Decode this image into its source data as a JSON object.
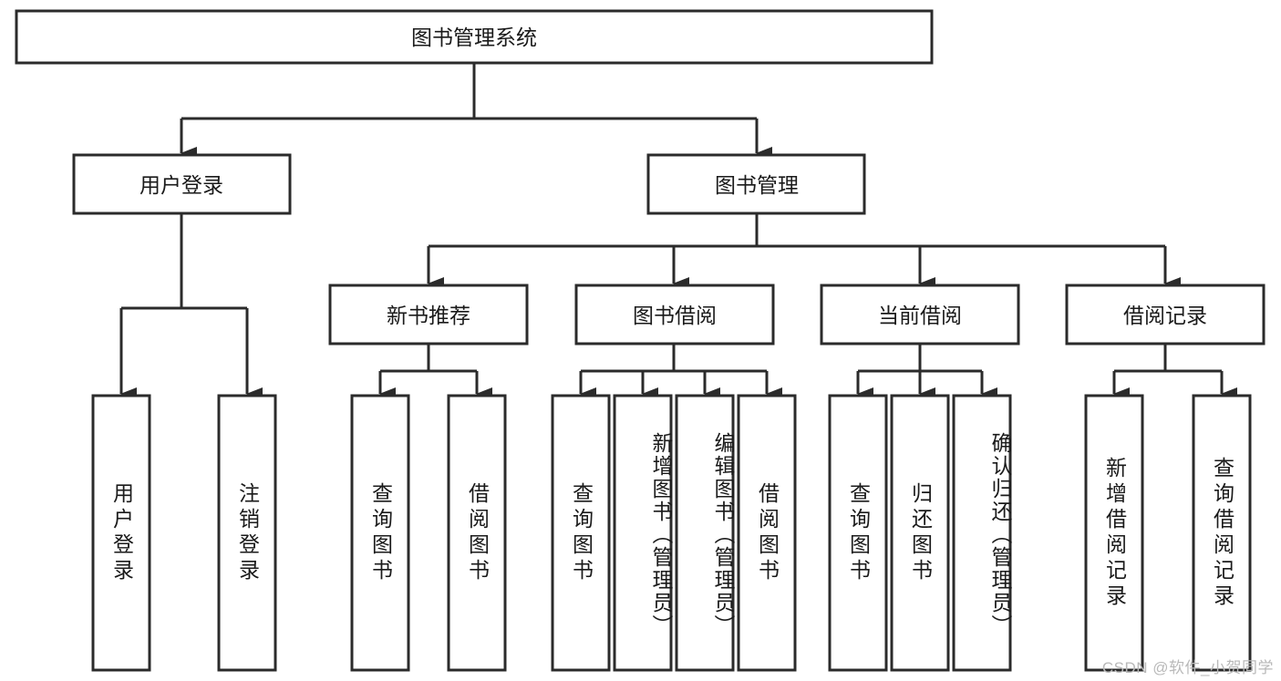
{
  "diagram": {
    "type": "tree",
    "title_node": {
      "label": "图书管理系统"
    },
    "level2": [
      {
        "label": "用户登录"
      },
      {
        "label": "图书管理"
      }
    ],
    "level3": [
      {
        "label": "新书推荐"
      },
      {
        "label": "图书借阅"
      },
      {
        "label": "当前借阅"
      },
      {
        "label": "借阅记录"
      }
    ],
    "leaves": {
      "user_login": [
        {
          "label": "用户登录"
        },
        {
          "label": "注销登录"
        }
      ],
      "new_book": [
        {
          "label": "查询图书"
        },
        {
          "label": "借阅图书"
        }
      ],
      "book_borrow": [
        {
          "label": "查询图书"
        },
        {
          "label": "新增图书（管理员）"
        },
        {
          "label": "编辑图书（管理员）"
        },
        {
          "label": "借阅图书"
        }
      ],
      "current_borrow": [
        {
          "label": "查询图书"
        },
        {
          "label": "归还图书"
        },
        {
          "label": "确认归还（管理员）"
        }
      ],
      "borrow_record": [
        {
          "label": "新增借阅记录"
        },
        {
          "label": "查询借阅记录"
        }
      ]
    }
  },
  "watermark": {
    "text": "CSDN @软件_小贺同学"
  },
  "colors": {
    "stroke": "#2b2b2b",
    "fill": "#ffffff",
    "text": "#1a1a1a",
    "watermark": "#b9b9b9"
  }
}
